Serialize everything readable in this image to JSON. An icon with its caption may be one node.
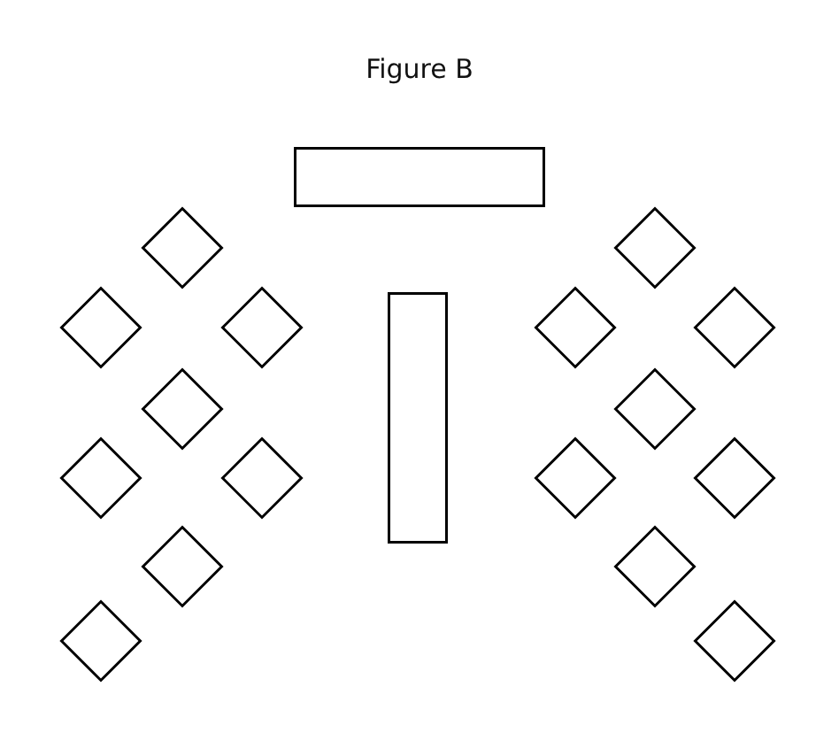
{
  "diagram": {
    "title": "Figure B",
    "nodes": [
      {
        "text": [],
        "shape": "box"
      },
      {
        "text": [],
        "shape": "box"
      },
      {
        "text": [],
        "shape": "diamond"
      },
      {
        "text": [],
        "shape": "diamond"
      },
      {
        "text": [],
        "shape": "diamond"
      },
      {
        "text": [],
        "shape": "diamond"
      },
      {
        "text": [],
        "shape": "diamond"
      },
      {
        "text": [],
        "shape": "diamond"
      },
      {
        "text": [],
        "shape": "diamond"
      },
      {
        "text": [],
        "shape": "diamond"
      },
      {
        "text": [],
        "shape": "diamond"
      },
      {
        "text": [],
        "shape": "diamond"
      },
      {
        "text": [],
        "shape": "diamond"
      },
      {
        "text": [],
        "shape": "diamond"
      },
      {
        "text": [],
        "shape": "diamond"
      },
      {
        "text": [],
        "shape": "diamond"
      },
      {
        "text": [],
        "shape": "diamond"
      },
      {
        "text": [],
        "shape": "diamond"
      }
    ]
  }
}
